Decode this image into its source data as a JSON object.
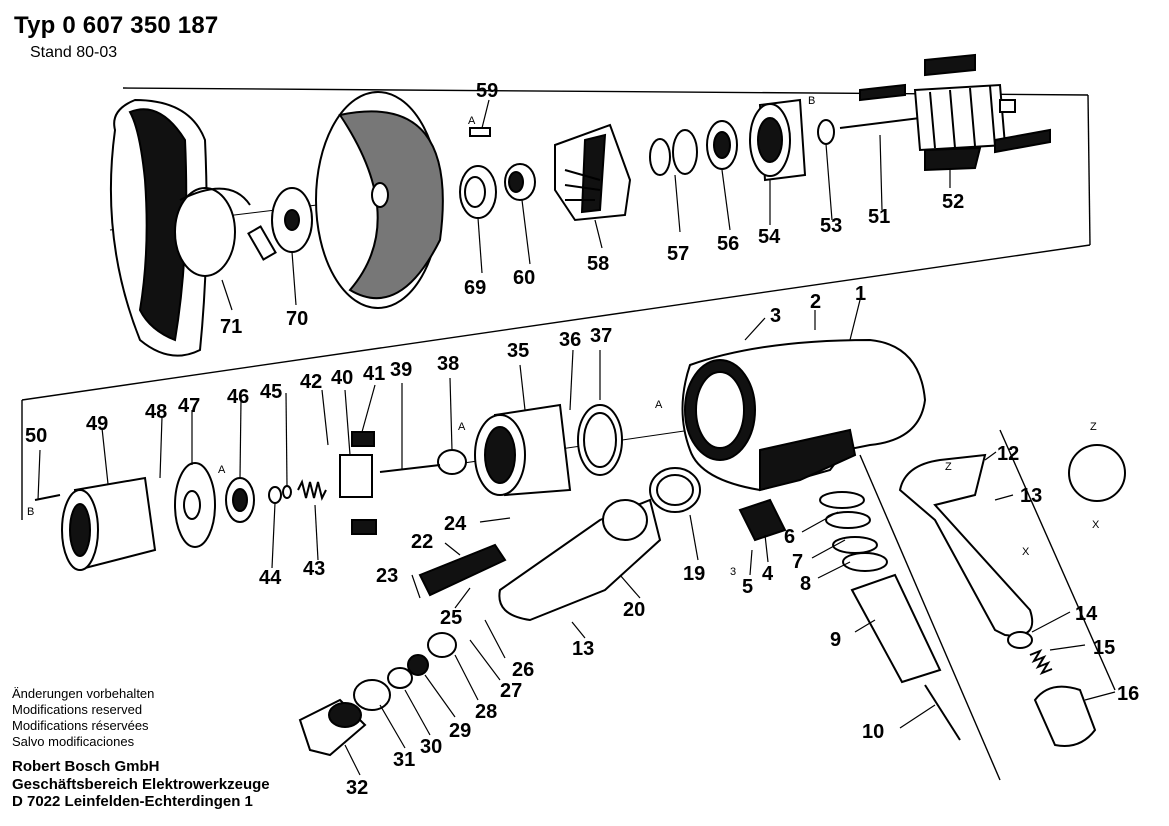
{
  "header": {
    "title": "Typ 0 607 350 187",
    "stand": "Stand 80-03"
  },
  "notices": [
    "Änderungen vorbehalten",
    "Modifications reserved",
    "Modifications réservées",
    "Salvo modificaciones"
  ],
  "company": {
    "name": "Robert Bosch GmbH",
    "division": "Geschäftsbereich Elektrowerkzeuge",
    "address": "D 7022 Leinfelden-Echterdingen 1"
  },
  "markers": {
    "a": "A",
    "b": "B",
    "x": "X",
    "z": "Z",
    "small_3": "3"
  },
  "part_numbers": {
    "p1": "1",
    "p2": "2",
    "p3": "3",
    "p4": "4",
    "p5": "5",
    "p6": "6",
    "p7": "7",
    "p8": "8",
    "p9": "9",
    "p10": "10",
    "p12": "12",
    "p13": "13",
    "p14": "14",
    "p15": "15",
    "p16": "16",
    "p19": "19",
    "p20": "20",
    "p22": "22",
    "p23": "23",
    "p24": "24",
    "p25": "25",
    "p26": "26",
    "p27": "27",
    "p28": "28",
    "p29": "29",
    "p30": "30",
    "p31": "31",
    "p32": "32",
    "p35": "35",
    "p36": "36",
    "p37": "37",
    "p38": "38",
    "p39": "39",
    "p40": "40",
    "p41": "41",
    "p42": "42",
    "p43": "43",
    "p44": "44",
    "p45": "45",
    "p46": "46",
    "p47": "47",
    "p48": "48",
    "p49": "49",
    "p50": "50",
    "p51": "51",
    "p52": "52",
    "p53": "53",
    "p54": "54",
    "p56": "56",
    "p57": "57",
    "p58": "58",
    "p59": "59",
    "p60": "60",
    "p69": "69",
    "p70": "70",
    "p71": "71"
  }
}
